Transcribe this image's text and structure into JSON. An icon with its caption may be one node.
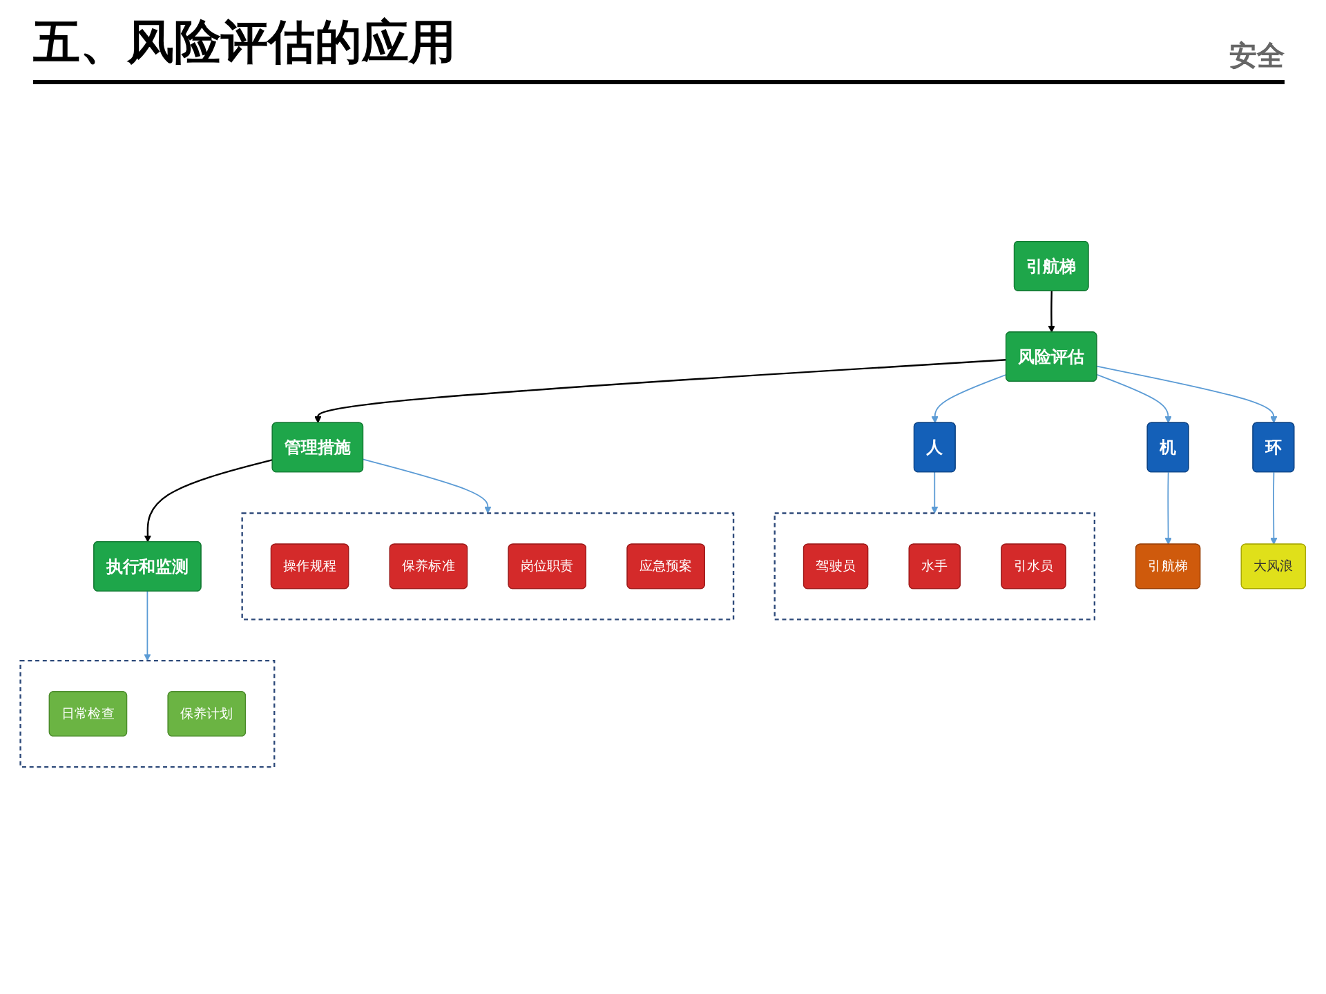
{
  "diagram": {
    "title": "五、风险评估的应用",
    "nodes": [
      {
        "text": [
          "引航梯"
        ]
      },
      {
        "text": [
          "风险评估"
        ]
      },
      {
        "text": [
          "管理措施"
        ]
      },
      {
        "text": [
          "执行和监测"
        ]
      },
      {
        "text": [
          "人"
        ]
      },
      {
        "text": [
          "机"
        ]
      },
      {
        "text": [
          "环"
        ]
      },
      {
        "text": [],
        "shape": "box"
      },
      {
        "text": [
          "驾驶员"
        ],
        "in": 7
      },
      {
        "text": [
          "水手"
        ],
        "in": 7
      },
      {
        "text": [
          "引水员"
        ],
        "in": 7
      },
      {
        "text": [
          "引航梯"
        ]
      },
      {
        "text": [
          "大风浪"
        ]
      },
      {
        "text": [],
        "shape": "box"
      },
      {
        "text": [
          "操作规程"
        ],
        "in": 13
      },
      {
        "text": [
          "保养标准"
        ],
        "in": 13
      },
      {
        "text": [
          "岗位职责"
        ],
        "in": 13
      },
      {
        "text": [
          "应急预案"
        ],
        "in": 13
      },
      {
        "text": [],
        "shape": "box"
      },
      {
        "text": [
          "日常检查"
        ],
        "in": 18
      },
      {
        "text": [
          "保养计划"
        ],
        "in": 18
      }
    ],
    "edges": [
      {
        "from": 0,
        "to": 1,
        "arrow": "to",
        "color": "#000000"
      },
      {
        "from": 1,
        "to": 2,
        "arrow": "to",
        "color": "#000000"
      },
      {
        "from": 2,
        "to": 3,
        "arrow": "to",
        "color": "#000000"
      },
      {
        "from": 1,
        "to": 4,
        "arrow": "to"
      },
      {
        "from": 1,
        "to": 5,
        "arrow": "to"
      },
      {
        "from": 1,
        "to": 6,
        "arrow": "to"
      },
      {
        "from": 4,
        "to": 7,
        "arrow": "to"
      },
      {
        "from": 5,
        "to": 11,
        "arrow": "to"
      },
      {
        "from": 6,
        "to": 12,
        "arrow": "to"
      },
      {
        "from": 2,
        "to": 13,
        "arrow": "to"
      },
      {
        "from": 3,
        "to": 18,
        "arrow": "to"
      }
    ],
    "labels": [
      "安全"
    ]
  }
}
